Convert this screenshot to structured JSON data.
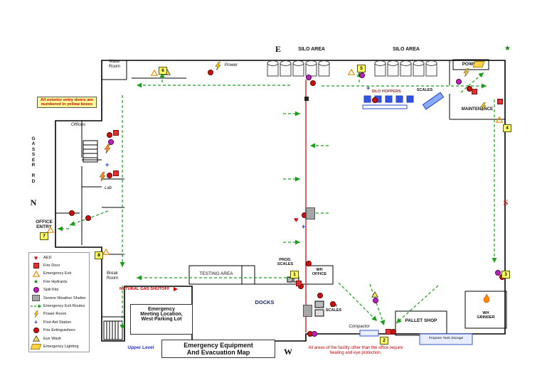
{
  "title": "Emergency Equipment And Evacuation Map",
  "compass": {
    "north": "N",
    "south": "S",
    "east": "E",
    "west": "W"
  },
  "road": "G\nA\nS\nS\nE\nR\n\nR\nD",
  "note_box": "All exterior entry doors are numbered in yellow boxes",
  "rooms": {
    "water_room": "Water\nRoom",
    "power_top": "Power",
    "silo_area_1": "SILO AREA",
    "silo_area_2": "SILO AREA",
    "silo_hoppers": "SILO HOPPERS",
    "scales_top": "SCALES",
    "power_right": "POWER",
    "maintenance": "MAINTENANCE",
    "offices": "Offices",
    "lab": "Lab",
    "office_entry": "OFFICE\nENTRY",
    "break_room": "Break\nRoom",
    "testing_area": "TESTING AREA",
    "prod_scales": "PROD.\nSCALES",
    "wh_office": "WH\nOFFICE",
    "docks": "DOCKS",
    "wh_scales": "WH\nSCALES",
    "wh_grinder": "WH\nGRINDER",
    "pallet_shop": "PALLET SHOP",
    "compactor": "Compactor",
    "propane": "Propane Tank Storage",
    "upper_level": "Upper Level"
  },
  "badges": [
    "1",
    "2",
    "3",
    "4",
    "5",
    "6",
    "7",
    "8"
  ],
  "labels": {
    "natural_gas": "NATURAL GAS SHUTOFF",
    "meeting_location": "Emergency\nMeeting Location,\nWest Parking Lot",
    "map_title": "Emergency Equipment\nAnd Evacuation Map",
    "ppe_notice": "All areas of the facility other than the office require hearing and eye protection."
  },
  "legend": {
    "items": [
      {
        "label": "AED",
        "icon": "aed-heart-icon"
      },
      {
        "label": "Fire Door",
        "icon": "fire-door-icon"
      },
      {
        "label": "Emergency Exit",
        "icon": "emergency-exit-icon"
      },
      {
        "label": "Fire Hydrants",
        "icon": "fire-hydrant-icon"
      },
      {
        "label": "Spill Kits",
        "icon": "spill-kit-icon"
      },
      {
        "label": "Severe Weather Shelter",
        "icon": "severe-weather-shelter-icon"
      },
      {
        "label": "Emergency Exit Routes",
        "icon": "exit-route-icon"
      },
      {
        "label": "Power Room",
        "icon": "power-icon"
      },
      {
        "label": "First Aid Station",
        "icon": "first-aid-icon"
      },
      {
        "label": "Fire Extinguishers",
        "icon": "fire-extinguisher-icon"
      },
      {
        "label": "Eye Wash",
        "icon": "eye-wash-icon"
      },
      {
        "label": "Emergency Lighting",
        "icon": "emergency-lighting-icon"
      }
    ]
  },
  "colors": {
    "route_green": "#18a018",
    "wall_black": "#000000",
    "alert_red": "#cc0000",
    "badge_yellow": "#ffff66",
    "spill_purple": "#bb22bb",
    "hopper_blue": "#3355dd"
  }
}
